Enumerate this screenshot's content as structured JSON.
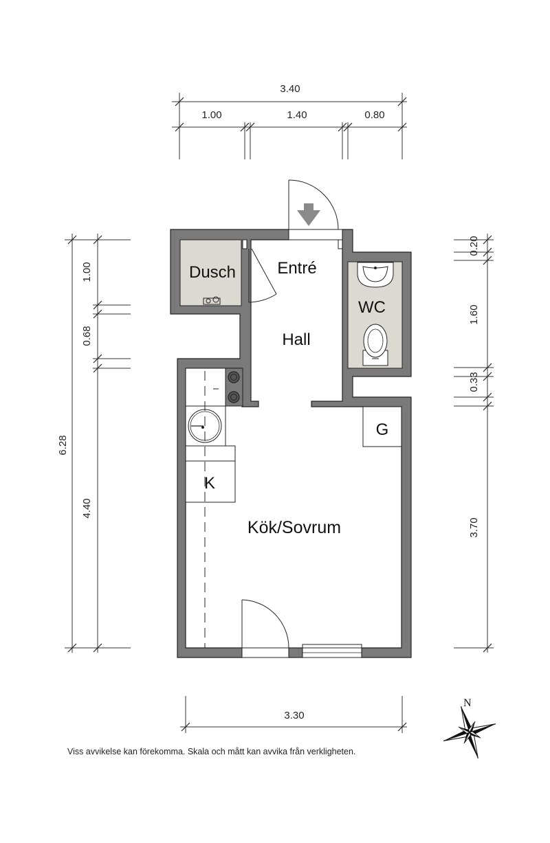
{
  "rooms": {
    "dusch": "Dusch",
    "entre": "Entré",
    "hall": "Hall",
    "wc": "WC",
    "g": "G",
    "k": "K",
    "kok_sovrum": "Kök/Sovrum"
  },
  "dimensions": {
    "top_total": "3.40",
    "top_a": "1.00",
    "top_b": "1.40",
    "top_c": "0.80",
    "left_total": "6.28",
    "left_a": "1.00",
    "left_b": "0.68",
    "left_c": "4.40",
    "right_a": "0.20",
    "right_b": "1.60",
    "right_c": "0.33",
    "right_d": "3.70",
    "bottom": "3.30"
  },
  "compass": {
    "north_label": "N"
  },
  "disclaimer": "Viss avvikelse kan förekomma. Skala och mått kan avvika från verkligheten.",
  "colors": {
    "wall": "#7a7a7a",
    "wet_room": "#dcd8d2",
    "line": "#222222"
  }
}
